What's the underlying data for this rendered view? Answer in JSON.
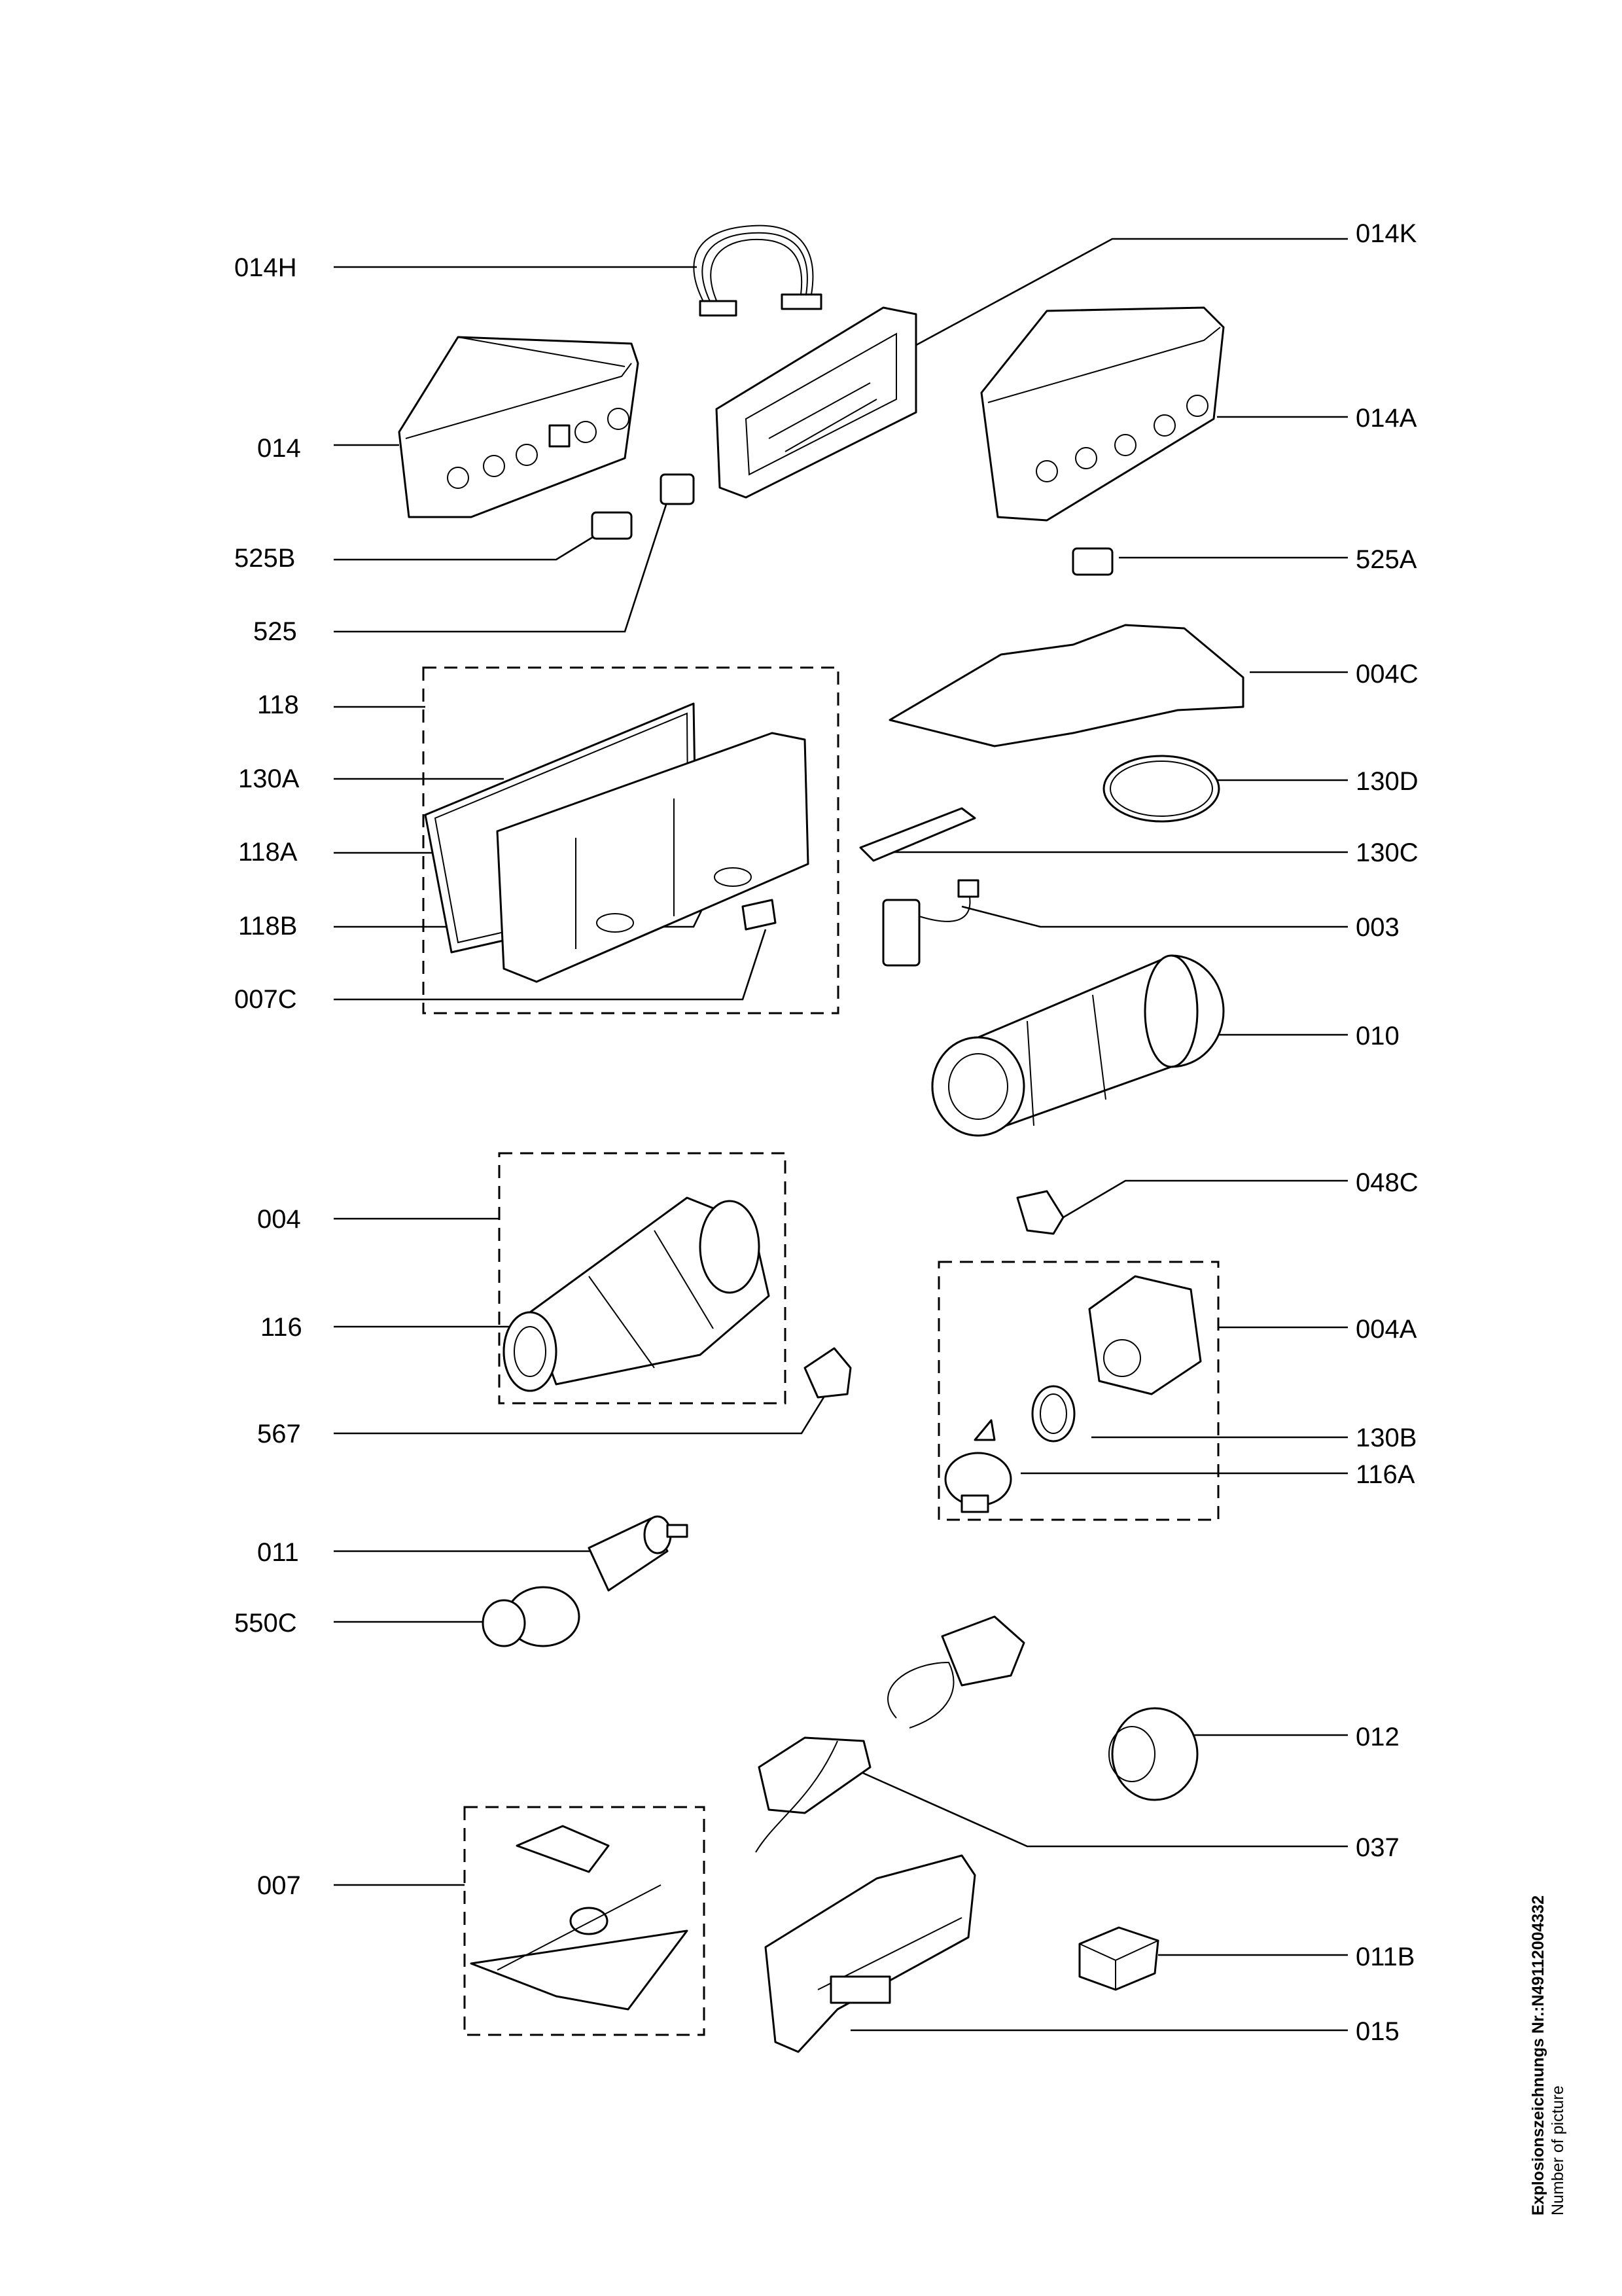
{
  "parts": {
    "p014H": "014H",
    "p014K": "014K",
    "p014": "014",
    "p014A": "014A",
    "p525B": "525B",
    "p525A": "525A",
    "p525": "525",
    "p004C": "004C",
    "p118": "118",
    "p130A": "130A",
    "p130D": "130D",
    "p118A": "118A",
    "p130C": "130C",
    "p118B": "118B",
    "p003": "003",
    "p007C": "007C",
    "p010": "010",
    "p048C": "048C",
    "p004": "004",
    "p004A": "004A",
    "p116": "116",
    "p130B": "130B",
    "p567": "567",
    "p116A": "116A",
    "p011": "011",
    "p550C": "550C",
    "p012": "012",
    "p037": "037",
    "p007": "007",
    "p011B": "011B",
    "p015": "015"
  },
  "footer": {
    "title": "Explosionszeichnungs Nr.:N49112004332",
    "subtitle": "Number of picture"
  }
}
